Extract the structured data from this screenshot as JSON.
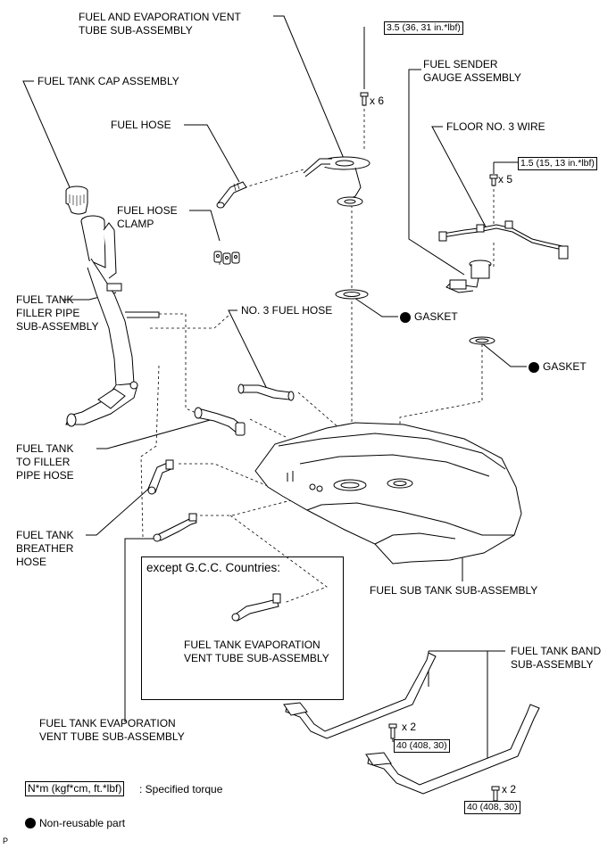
{
  "labels": {
    "fuel_evap_vent_tube": "FUEL AND EVAPORATION VENT\nTUBE SUB-ASSEMBLY",
    "fuel_tank_cap": "FUEL TANK CAP ASSEMBLY",
    "fuel_hose": "FUEL HOSE",
    "fuel_hose_clamp": "FUEL HOSE\nCLAMP",
    "fuel_sender_gauge": "FUEL SENDER\nGAUGE ASSEMBLY",
    "floor_no3_wire": "FLOOR NO. 3 WIRE",
    "fuel_tank_filler_pipe": "FUEL TANK\nFILLER PIPE\nSUB-ASSEMBLY",
    "no3_fuel_hose": "NO. 3 FUEL HOSE",
    "gasket_1": "GASKET",
    "gasket_2": "GASKET",
    "fuel_tank_to_filler_hose": "FUEL TANK\nTO FILLER\nPIPE HOSE",
    "fuel_tank_breather_hose": "FUEL TANK\nBREATHER\nHOSE",
    "fuel_sub_tank": "FUEL SUB TANK SUB-ASSEMBLY",
    "except_gcc": "except G.C.C. Countries:",
    "inset_evap_vent_tube": "FUEL TANK EVAPORATION\nVENT TUBE SUB-ASSEMBLY",
    "fuel_tank_band": "FUEL TANK BAND\nSUB-ASSEMBLY",
    "evap_vent_tube_bottom": "FUEL TANK EVAPORATION\nVENT TUBE SUB-ASSEMBLY",
    "qty_x6": "x 6",
    "qty_x5": "x 5",
    "qty_x2_a": "x 2",
    "qty_x2_b": "x 2",
    "page_code": "P"
  },
  "torque": {
    "vent_tube_bolts": "3.5 (36, 31 in.*lbf)",
    "sender_gauge_bolts": "1.5 (15, 13 in.*lbf)",
    "band_bolt_a": "40 (408, 30)",
    "band_bolt_b": "40 (408, 30)"
  },
  "legend": {
    "torque_format": "N*m (kgf*cm, ft.*lbf)",
    "torque_desc": ": Specified torque",
    "nonreusable": "Non-reusable part"
  }
}
